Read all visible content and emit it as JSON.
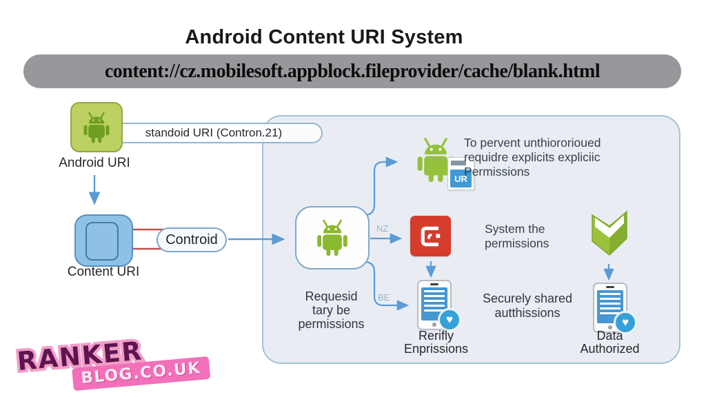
{
  "title": "Android Content URI System",
  "url_bar": "content://cz.mobilesoft.appblock.fileprovider/cache/blank.html",
  "left_flow": {
    "android_uri_label": "Android URI",
    "standoid_pill": "standoid URI (Contron.21)",
    "content_uri_label": "Content URI",
    "controid_pill": "Controid"
  },
  "panel": {
    "prevent_text": {
      "line1": "To pervent unthiororioued",
      "line2": "requidre explicits expliciic",
      "line3": "Permissions"
    },
    "ur_badge": "UR",
    "nz_label": "NZ",
    "be_label": "BE",
    "request_text": {
      "line1": "Requesid",
      "line2": "tary be",
      "line3": "permissions"
    },
    "system_text": {
      "line1": "System the",
      "line2": "permissions"
    },
    "verify_label": {
      "line1": "Rerifly",
      "line2": "Enprissions"
    },
    "secure_text": {
      "line1": "Securely shared",
      "line2": "autthissions"
    },
    "data_label": {
      "line1": "Data",
      "line2": "Authorized"
    }
  },
  "logo": {
    "line1": "RANKER",
    "line2": "BLOG.CO.UK"
  },
  "icons": {
    "heart": "♥"
  },
  "colors": {
    "android_green": "#8ab82e",
    "app_icon_bg": "#bcd162",
    "panel_bg": "#e9edf3",
    "arrow_blue": "#5b9bd5",
    "red_icon": "#d63c2b",
    "url_pill_bg": "#98989c",
    "content_icon_blue": "#8ec1e4",
    "logo_pink": "#f170b9",
    "logo_purple": "#5c1550"
  }
}
